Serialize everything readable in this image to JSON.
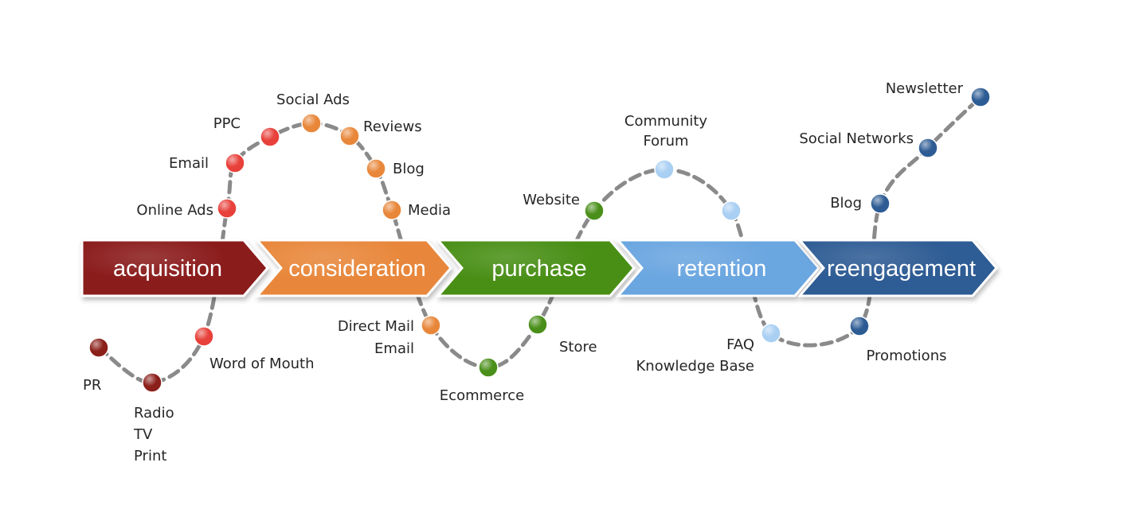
{
  "stages": [
    {
      "id": "acquisition",
      "label": "acquisition",
      "color": "#8b1f1a"
    },
    {
      "id": "consideration",
      "label": "consideration",
      "color": "#e8873a"
    },
    {
      "id": "purchase",
      "label": "purchase",
      "color": "#4a8f19"
    },
    {
      "id": "retention",
      "label": "retention",
      "color": "#6aa6e0"
    },
    {
      "id": "reengagement",
      "label": "reengagement",
      "color": "#2d5c94"
    }
  ],
  "touchpoints": [
    {
      "id": "pr",
      "stage": "acquisition",
      "color": "#8b1f1a",
      "lines": [
        "PR"
      ]
    },
    {
      "id": "radio-tv-print",
      "stage": "acquisition",
      "color": "#8b1f1a",
      "lines": [
        "Radio",
        "TV",
        "Print"
      ]
    },
    {
      "id": "word-of-mouth",
      "stage": "acquisition",
      "color": "#e8403a",
      "lines": [
        "Word of Mouth"
      ]
    },
    {
      "id": "online-ads",
      "stage": "acquisition",
      "color": "#e8403a",
      "lines": [
        "Online Ads"
      ]
    },
    {
      "id": "email",
      "stage": "acquisition",
      "color": "#e8403a",
      "lines": [
        "Email"
      ]
    },
    {
      "id": "ppc",
      "stage": "acquisition",
      "color": "#e8403a",
      "lines": [
        "PPC"
      ]
    },
    {
      "id": "social-ads",
      "stage": "consideration",
      "color": "#e8873a",
      "lines": [
        "Social Ads"
      ]
    },
    {
      "id": "reviews",
      "stage": "consideration",
      "color": "#e8873a",
      "lines": [
        "Reviews"
      ]
    },
    {
      "id": "blog-consideration",
      "stage": "consideration",
      "color": "#e8873a",
      "lines": [
        "Blog"
      ]
    },
    {
      "id": "media",
      "stage": "consideration",
      "color": "#e8873a",
      "lines": [
        "Media"
      ]
    },
    {
      "id": "direct-mail-email",
      "stage": "consideration",
      "color": "#e8873a",
      "lines": [
        "Direct Mail",
        "Email"
      ]
    },
    {
      "id": "ecommerce",
      "stage": "purchase",
      "color": "#4a8f19",
      "lines": [
        "Ecommerce"
      ]
    },
    {
      "id": "store",
      "stage": "purchase",
      "color": "#4a8f19",
      "lines": [
        "Store"
      ]
    },
    {
      "id": "website",
      "stage": "purchase",
      "color": "#4a8f19",
      "lines": [
        "Website"
      ]
    },
    {
      "id": "community-forum",
      "stage": "retention",
      "color": "#a9cff3",
      "lines": [
        "Community",
        "Forum"
      ]
    },
    {
      "id": "retention-unlabeled",
      "stage": "retention",
      "color": "#a9cff3",
      "lines": []
    },
    {
      "id": "faq-knowledge-base",
      "stage": "retention",
      "color": "#a9cff3",
      "lines": [
        "FAQ",
        "Knowledge Base"
      ]
    },
    {
      "id": "promotions",
      "stage": "reengagement",
      "color": "#2d5c94",
      "lines": [
        "Promotions"
      ]
    },
    {
      "id": "blog-reengagement",
      "stage": "reengagement",
      "color": "#2d5c94",
      "lines": [
        "Blog"
      ]
    },
    {
      "id": "social-networks",
      "stage": "reengagement",
      "color": "#2d5c94",
      "lines": [
        "Social Networks"
      ]
    },
    {
      "id": "newsletter",
      "stage": "reengagement",
      "color": "#2d5c94",
      "lines": [
        "Newsletter"
      ]
    }
  ]
}
